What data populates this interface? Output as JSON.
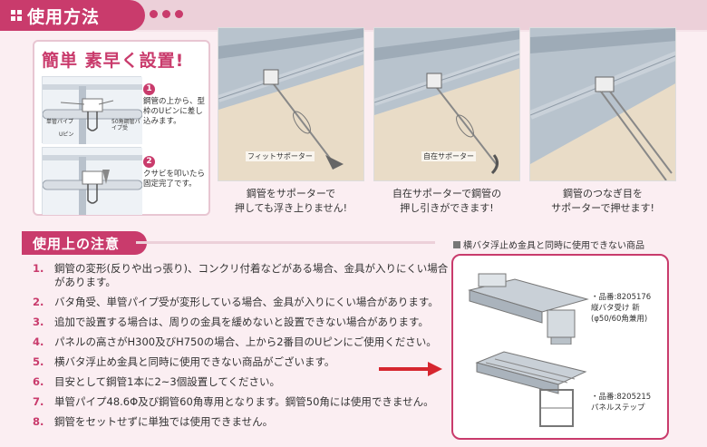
{
  "header": {
    "title": "使用方法"
  },
  "easy": {
    "title": "簡単 素早く設置!",
    "step1_num": "1",
    "step1_text": "鋼管の上から、型枠のUピンに差し込みます。",
    "step2_num": "2",
    "step2_text": "クサビを叩いたら固定完了です。",
    "lbl_single": "単管パイプ",
    "lbl_upin": "Uピン",
    "lbl_steel": "50角鋼管パイプ受"
  },
  "photos": [
    {
      "label": "フィットサポーター",
      "caption_1": "鋼管をサポーターで",
      "caption_2": "押しても浮き上りません!"
    },
    {
      "label": "自在サポーター",
      "caption_1": "自在サポーターで鋼管の",
      "caption_2": "押し引きができます!"
    },
    {
      "label": "",
      "caption_1": "鋼管のつなぎ目を",
      "caption_2": "サポーターで押せます!"
    }
  ],
  "notes": {
    "title": "使用上の注意",
    "items": [
      {
        "n": "1.",
        "text": "鋼管の変形(反りや出っ張り)、コンクリ付着などがある場合、金具が入りにくい場合があります。"
      },
      {
        "n": "2.",
        "text": "バタ角受、単管パイプ受が変形している場合、金具が入りにくい場合があります。"
      },
      {
        "n": "3.",
        "text": "追加で設置する場合は、周りの金具を緩めないと設置できない場合があります。"
      },
      {
        "n": "4.",
        "text": "パネルの高さがH300及びH750の場合、上から2番目のUピンにご使用ください。"
      },
      {
        "n": "5.",
        "text": "横バタ浮止め金具と同時に使用できない商品がございます。"
      },
      {
        "n": "6.",
        "text": "目安として鋼管1本に2~3個設置してください。"
      },
      {
        "n": "7.",
        "text": "単管パイプ48.6Φ及び鋼管60角専用となります。鋼管50角には使用できません。"
      },
      {
        "n": "8.",
        "text": "鋼管をセットせずに単独では使用できません。"
      }
    ]
  },
  "products": {
    "header": "横バタ浮止め金具と同時に使用できない商品",
    "p1_code": "・品番:8205176",
    "p1_name": "縦バタ受け 新",
    "p1_spec": "(φ50/60角兼用)",
    "p2_code": "・品番:8205215",
    "p2_name": "パネルステップ"
  },
  "colors": {
    "accent": "#c93b6c",
    "band": "#ecd0d9",
    "background": "#fbeef2"
  }
}
